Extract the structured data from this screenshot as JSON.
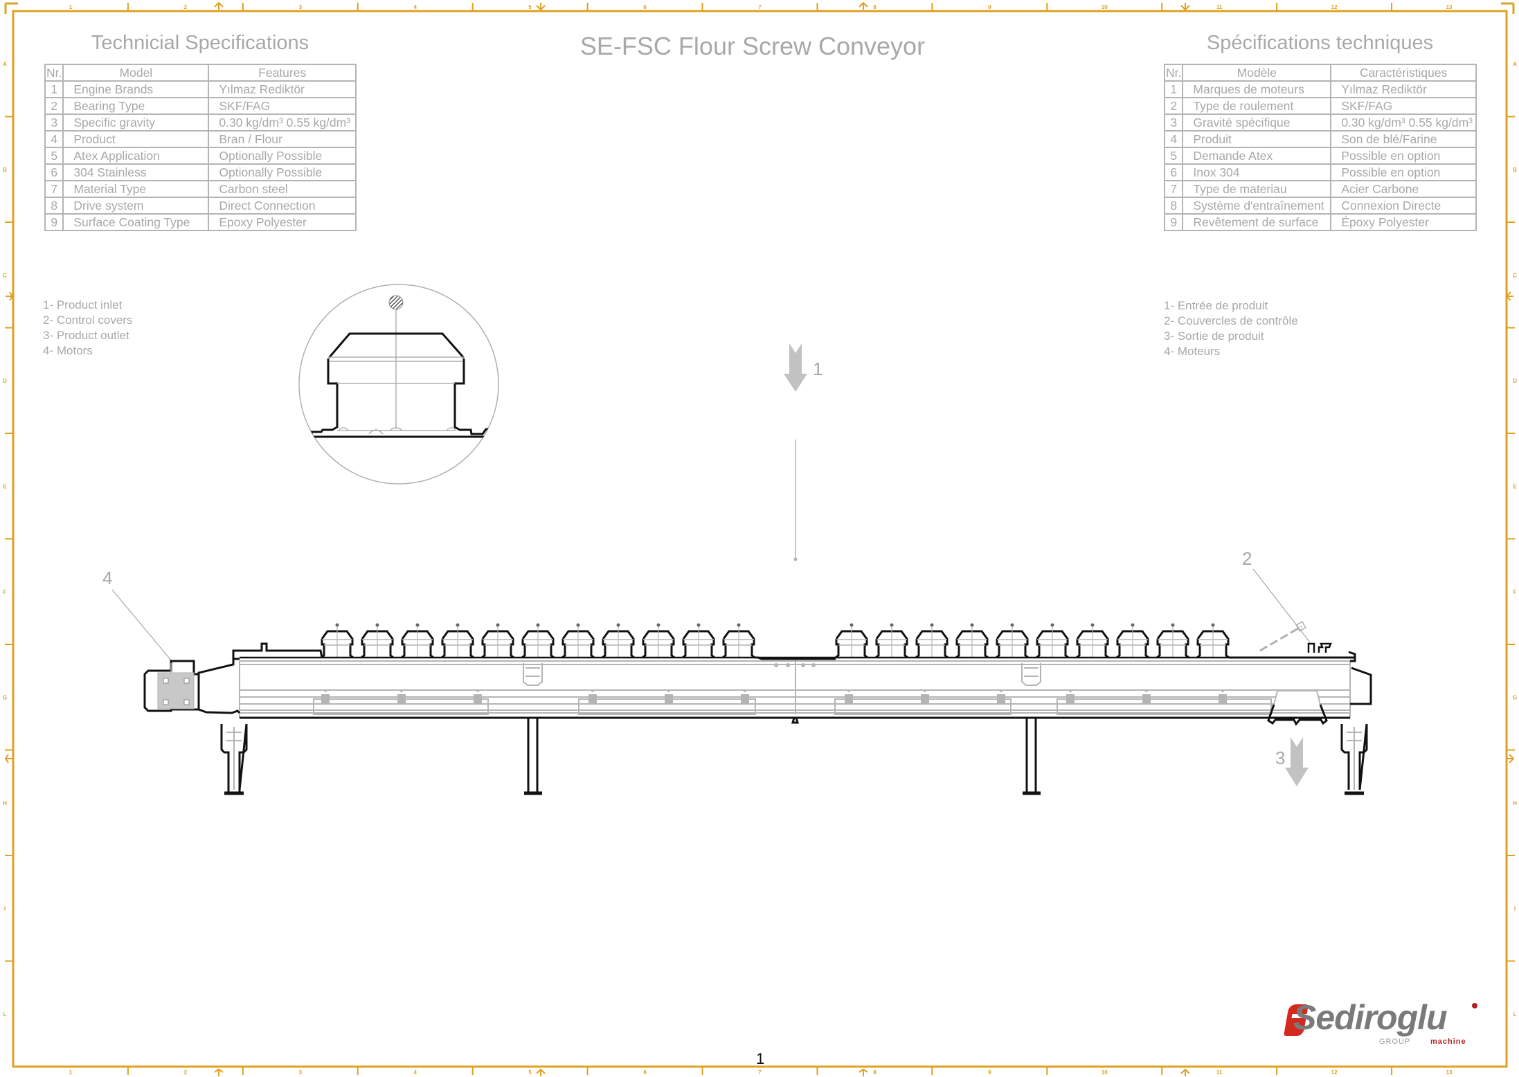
{
  "document": {
    "main_title": "SE-FSC Flour Screw Conveyor",
    "page_number": "1",
    "sheet_size": "A0"
  },
  "spec_en": {
    "title": "Technicial Specifications",
    "headers": {
      "nr": "Nr.",
      "model": "Model",
      "features": "Features"
    },
    "rows": [
      {
        "nr": "1",
        "model": "Engine Brands",
        "features": "Yılmaz Rediktör"
      },
      {
        "nr": "2",
        "model": "Bearing Type",
        "features": "SKF/FAG"
      },
      {
        "nr": "3",
        "model": "Specific gravity",
        "features": "0.30 kg/dm³  0.55 kg/dm³"
      },
      {
        "nr": "4",
        "model": "Product",
        "features": "Bran / Flour"
      },
      {
        "nr": "5",
        "model": "Atex Application",
        "features": "Optionally Possible"
      },
      {
        "nr": "6",
        "model": "304 Stainless",
        "features": "Optionally Possible"
      },
      {
        "nr": "7",
        "model": "Material Type",
        "features": "Carbon steel"
      },
      {
        "nr": "8",
        "model": "Drive system",
        "features": "Direct Connection"
      },
      {
        "nr": "9",
        "model": "Surface Coating Type",
        "features": "Epoxy Polyester"
      }
    ]
  },
  "spec_fr": {
    "title": "Spécifications techniques",
    "headers": {
      "nr": "Nr.",
      "model": "Modèle",
      "features": "Caractéristiques"
    },
    "rows": [
      {
        "nr": "1",
        "model": "Marques de moteurs",
        "features": "Yılmaz Rediktör"
      },
      {
        "nr": "2",
        "model": "Type de roulement",
        "features": "SKF/FAG"
      },
      {
        "nr": "3",
        "model": "Gravité spécifique",
        "features": "0.30 kg/dm³  0.55 kg/dm³"
      },
      {
        "nr": "4",
        "model": "Produit",
        "features": "Son de blé/Farine"
      },
      {
        "nr": "5",
        "model": "Demande Atex",
        "features": "Possible en option"
      },
      {
        "nr": "6",
        "model": "Inox 304",
        "features": "Possible en option"
      },
      {
        "nr": "7",
        "model": "Type de materiau",
        "features": "Acier Carbone"
      },
      {
        "nr": "8",
        "model": "Système d'entraînement",
        "features": "Connexion Directe"
      },
      {
        "nr": "9",
        "model": "Revêtement de surface",
        "features": "Époxy Polyester"
      }
    ]
  },
  "legend_en": [
    "1- Product inlet",
    "2- Control covers",
    "3- Product outlet",
    "4- Motors"
  ],
  "legend_fr": [
    "1- Entrée de produit",
    "2- Couvercles de contrôle",
    "3- Sortie de produit",
    "4- Moteurs"
  ],
  "callouts": {
    "inlet": "1",
    "control_covers": "2",
    "outlet": "3",
    "motor": "4"
  },
  "logo": {
    "brand": "Sediroglu",
    "sub_left": "GROUP",
    "sub_right": "machine",
    "accent": "#d42a1e",
    "gray": "#7a7a7a"
  },
  "frame": {
    "color": "#e0a020",
    "columns": [
      "1",
      "2",
      "3",
      "4",
      "5",
      "6",
      "7",
      "8",
      "9",
      "10",
      "11",
      "12",
      "13"
    ],
    "rows": [
      "A",
      "B",
      "C",
      "D",
      "E",
      "F",
      "G",
      "H",
      "I",
      "L"
    ]
  },
  "colors": {
    "text_gray": "#a8a8a8",
    "line_gray": "#b4b4b4",
    "outline": "#111111"
  }
}
